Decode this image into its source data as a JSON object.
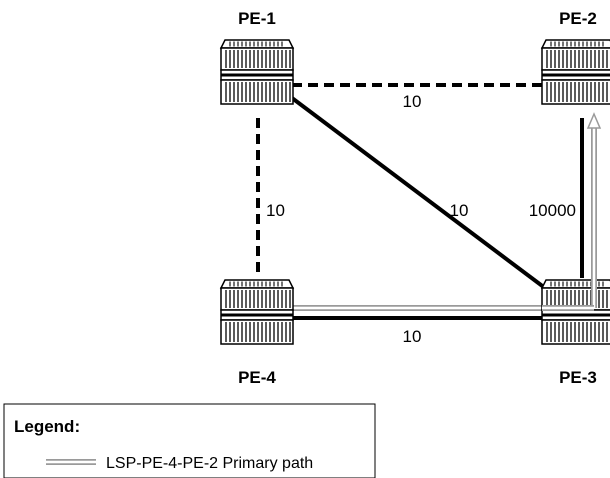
{
  "nodes": {
    "pe1": "PE-1",
    "pe2": "PE-2",
    "pe3": "PE-3",
    "pe4": "PE-4"
  },
  "links": {
    "pe1_pe2": "10",
    "pe1_pe4": "10",
    "pe1_pe3": "10",
    "pe2_pe3": "10000",
    "pe4_pe3": "10"
  },
  "legend": {
    "title": "Legend:",
    "primary_path": "LSP-PE-4-PE-2 Primary path"
  },
  "colors": {
    "line": "#000000",
    "lsp_path": "#9a9a9a",
    "router_fill": "#ffffff"
  },
  "icons": [
    "router-icon",
    "arrowhead-icon"
  ]
}
